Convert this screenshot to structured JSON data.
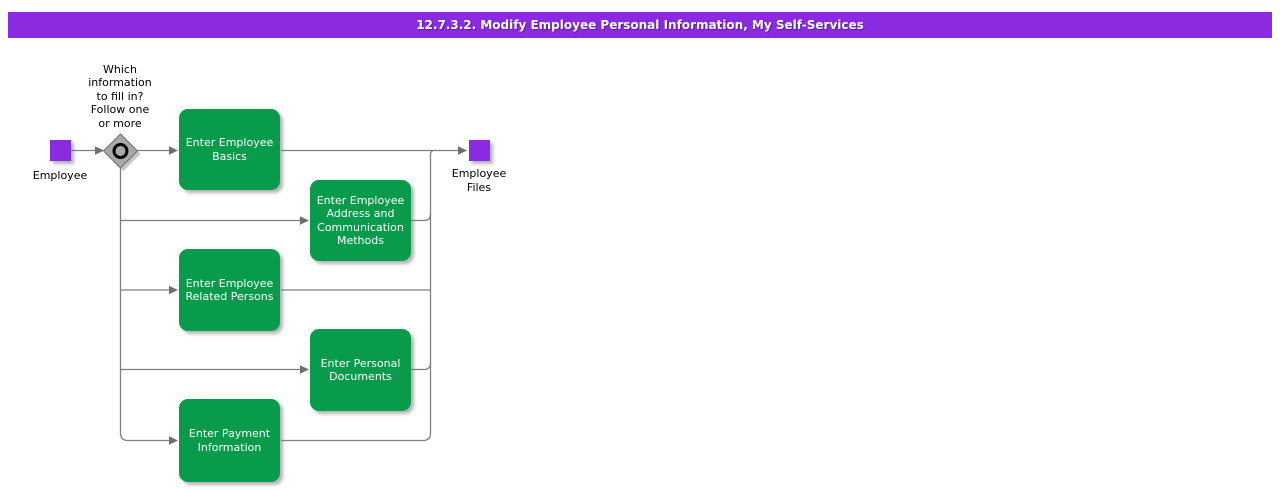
{
  "title": "12.7.3.2. Modify Employee Personal Information, My Self-Services",
  "diagram": {
    "type": "activity-flow",
    "start_node": {
      "label": "Employee"
    },
    "end_node": {
      "label": "Employee\nFiles"
    },
    "decision": {
      "question": "Which\ninformation\nto fill in?\nFollow one\nor more"
    },
    "activities": [
      {
        "label": "Enter Employee\nBasics"
      },
      {
        "label": "Enter Employee\nAddress and\nCommunication\nMethods"
      },
      {
        "label": "Enter Employee\nRelated Persons"
      },
      {
        "label": "Enter Personal\nDocuments"
      },
      {
        "label": "Enter Payment\nInformation"
      }
    ]
  },
  "colors": {
    "title-bg": "#8A2BE2",
    "title-text": "#FFFFFF",
    "node-green": "#089B4B",
    "node-purple": "#8A2BE2",
    "connector": "#7F7F7F",
    "arrow": "#6E6E6E",
    "diamond": "#A8A8A8",
    "label-text": "#000000"
  }
}
